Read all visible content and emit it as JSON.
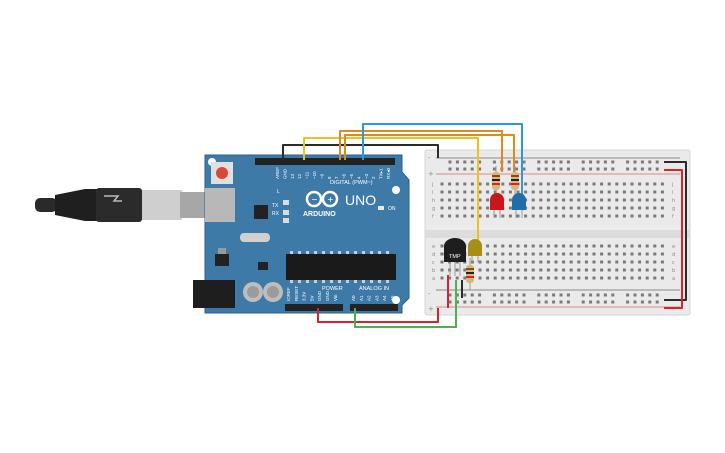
{
  "board": {
    "name": "UNO",
    "brand": "ARDUINO",
    "digital_label": "DIGITAL (PWM~)",
    "power_label": "POWER",
    "analog_label": "ANALOG IN",
    "on_label": "ON",
    "l_label": "L",
    "tx_label": "TX",
    "rx_label": "RX",
    "top_pins": [
      "AREF",
      "GND",
      "13",
      "12",
      "~11",
      "~10",
      "~9",
      "8",
      "7",
      "~6",
      "~5",
      "4",
      "~3",
      "2",
      "TX▸1",
      "RX◂0"
    ],
    "power_pins": [
      "IOREF",
      "RESET",
      "3.3V",
      "5V",
      "GND",
      "GND",
      "Vin"
    ],
    "analog_pins": [
      "A0",
      "A1",
      "A2",
      "A3",
      "A4",
      "A5"
    ],
    "color": "#3e7aa8"
  },
  "breadboard": {
    "row_letters_top": [
      "j",
      "i",
      "h",
      "g",
      "f"
    ],
    "row_letters_bottom": [
      "e",
      "d",
      "c",
      "b",
      "a"
    ],
    "rail_minus": "-",
    "rail_plus": "+"
  },
  "sensor": {
    "label": "TMP"
  },
  "components": {
    "led_red": "red-led",
    "led_blue": "blue-led",
    "led_yellow": "yellow-led"
  },
  "wire_colors": {
    "black": "#2b2b2b",
    "yellow": "#f0c020",
    "orange": "#e08a1e",
    "blue": "#2b9ad6",
    "red": "#d8232a",
    "green": "#4caf50"
  }
}
